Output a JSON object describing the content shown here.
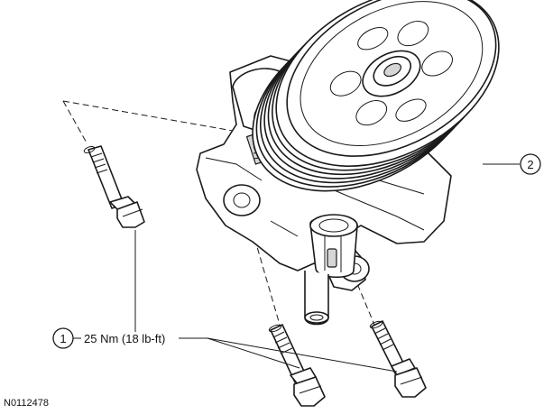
{
  "figure_id": "N0112478",
  "callouts": [
    {
      "number": "1",
      "label": "25 Nm (18 lb-ft)"
    },
    {
      "number": "2",
      "label": ""
    }
  ]
}
